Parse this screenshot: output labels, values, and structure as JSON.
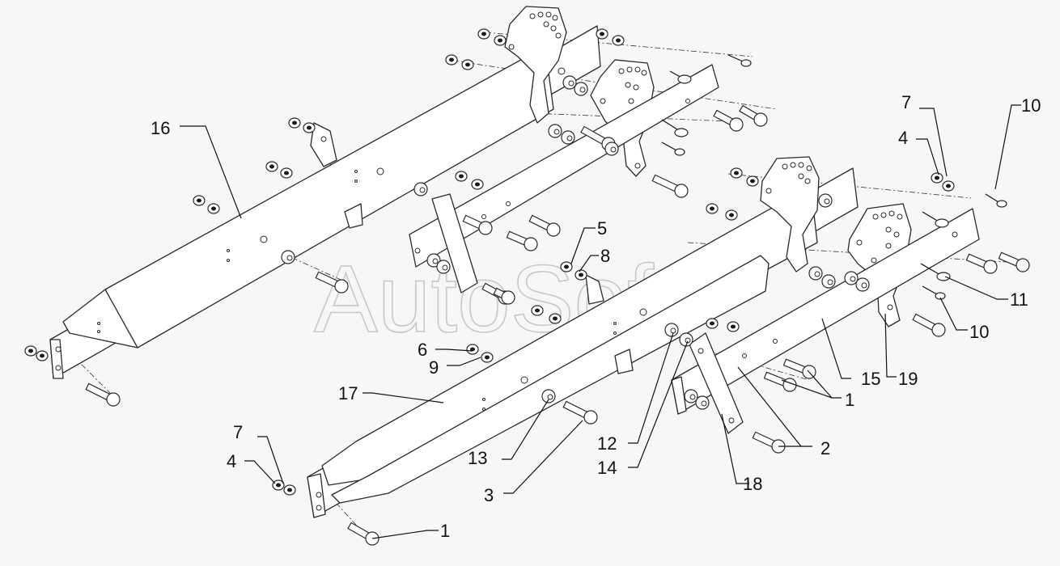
{
  "watermark": "AutoSoft",
  "callouts": [
    {
      "id": "c1a",
      "label": "1"
    },
    {
      "id": "c1b",
      "label": "1"
    },
    {
      "id": "c2",
      "label": "2"
    },
    {
      "id": "c3",
      "label": "3"
    },
    {
      "id": "c4a",
      "label": "4"
    },
    {
      "id": "c4b",
      "label": "4"
    },
    {
      "id": "c5",
      "label": "5"
    },
    {
      "id": "c6",
      "label": "6"
    },
    {
      "id": "c7a",
      "label": "7"
    },
    {
      "id": "c7b",
      "label": "7"
    },
    {
      "id": "c8",
      "label": "8"
    },
    {
      "id": "c9",
      "label": "9"
    },
    {
      "id": "c10a",
      "label": "10"
    },
    {
      "id": "c10b",
      "label": "10"
    },
    {
      "id": "c11",
      "label": "11"
    },
    {
      "id": "c12",
      "label": "12"
    },
    {
      "id": "c13",
      "label": "13"
    },
    {
      "id": "c14",
      "label": "14"
    },
    {
      "id": "c15",
      "label": "15"
    },
    {
      "id": "c16",
      "label": "16"
    },
    {
      "id": "c17",
      "label": "17"
    },
    {
      "id": "c18",
      "label": "18"
    },
    {
      "id": "c19",
      "label": "19"
    }
  ]
}
